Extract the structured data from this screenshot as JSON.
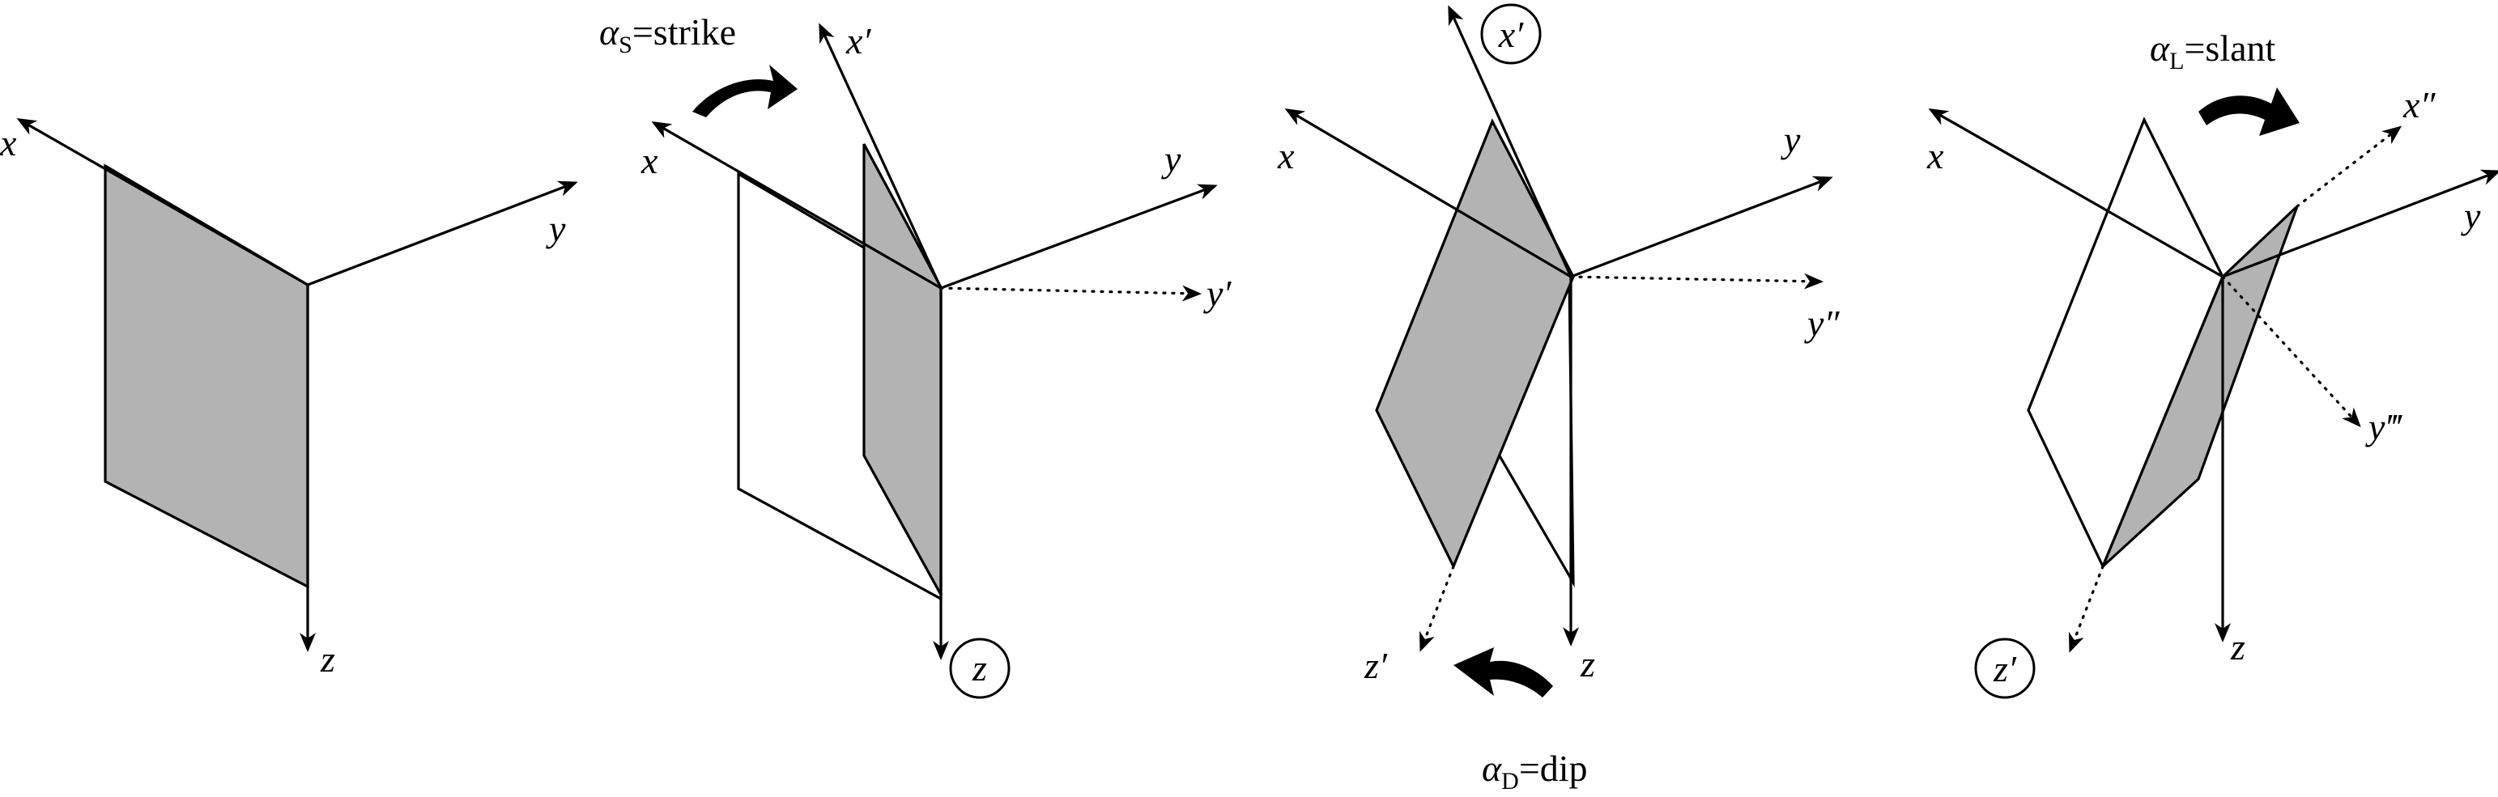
{
  "panels": [
    {
      "axis_labels": {
        "x": "x",
        "y": "y",
        "z": "z"
      }
    },
    {
      "rotation_label": {
        "symbol": "α",
        "subscript": "S",
        "text": "=strike"
      },
      "axis_labels": {
        "x": "x",
        "x_prime": "x′",
        "y": "y",
        "y_prime": "y′",
        "z": "z"
      },
      "circled_axis": "z"
    },
    {
      "rotation_label": {
        "symbol": "α",
        "subscript": "D",
        "text": "=dip"
      },
      "axis_labels": {
        "x": "x",
        "x_prime": "x′",
        "y": "y",
        "y_double_prime": "y″",
        "z": "z",
        "z_prime": "z′"
      },
      "circled_axis": "x′"
    },
    {
      "rotation_label": {
        "symbol": "α",
        "subscript": "L",
        "text": "=slant"
      },
      "axis_labels": {
        "x": "x",
        "x_double_prime": "x″",
        "y": "y",
        "y_triple_prime": "y‴",
        "z": "z",
        "z_prime": "z′"
      },
      "circled_axis": "z′"
    }
  ],
  "colors": {
    "plane_fill": "#b3b3b3",
    "stroke": "#000000",
    "background": "#ffffff"
  }
}
